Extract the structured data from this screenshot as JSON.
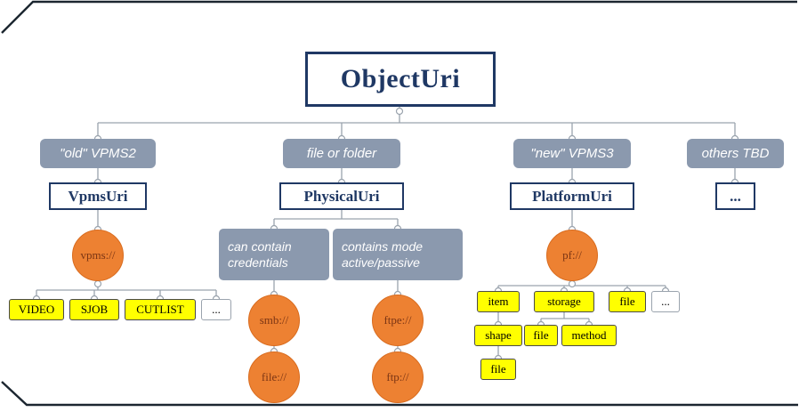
{
  "colors": {
    "navy": "#1f3864",
    "slate": "#8b99ae",
    "orange": "#ed8132",
    "yellow": "#ffff00",
    "maroon": "#7b3514",
    "line": "#9aa3ad"
  },
  "root": {
    "label": "ObjectUri"
  },
  "branches": {
    "old_vpms2": {
      "tag": "\"old\" VPMS2",
      "node": "VpmsUri",
      "scheme": "vpms://",
      "leaves": [
        "VIDEO",
        "SJOB",
        "CUTLIST",
        "..."
      ]
    },
    "file_or_folder": {
      "tag": "file or folder",
      "node": "PhysicalUri",
      "notes": [
        {
          "text": "can contain credentials",
          "scheme": "smb://",
          "child_scheme": "file://"
        },
        {
          "text": "contains mode active/passive",
          "scheme": "ftpe://",
          "child_scheme": "ftp://"
        }
      ]
    },
    "new_vpms3": {
      "tag": "\"new\" VPMS3",
      "node": "PlatformUri",
      "scheme": "pf://",
      "leaves": [
        "item",
        "storage",
        "file",
        "..."
      ],
      "item_children": [
        "shape"
      ],
      "storage_children": [
        "file",
        "method"
      ],
      "shape_children": [
        "file"
      ]
    },
    "others": {
      "tag": "others TBD",
      "node": "..."
    }
  }
}
